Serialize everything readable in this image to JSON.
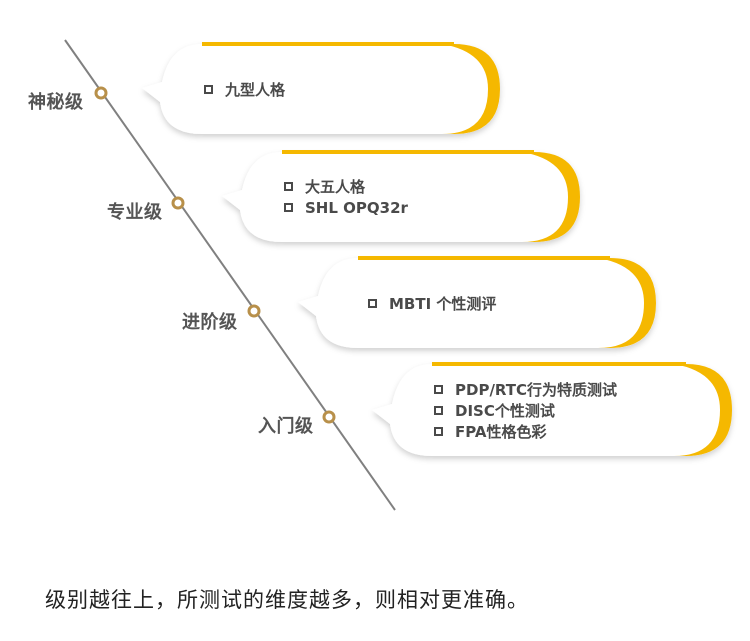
{
  "colors": {
    "accent": "#f5b800",
    "line": "#808080",
    "node": "#b8904a",
    "text": "#4a4a4a"
  },
  "levels": [
    {
      "label": "神秘级",
      "items": [
        "九型人格"
      ]
    },
    {
      "label": "专业级",
      "items": [
        "大五人格",
        "SHL OPQ32r"
      ]
    },
    {
      "label": "进阶级",
      "items": [
        "MBTI 个性测评"
      ]
    },
    {
      "label": "入门级",
      "items": [
        "PDP/RTC行为特质测试",
        "DISC个性测试",
        "FPA性格色彩"
      ]
    }
  ],
  "footer": {
    "text": "级别越往上，所测试的维度越多，则相对更准确。"
  }
}
